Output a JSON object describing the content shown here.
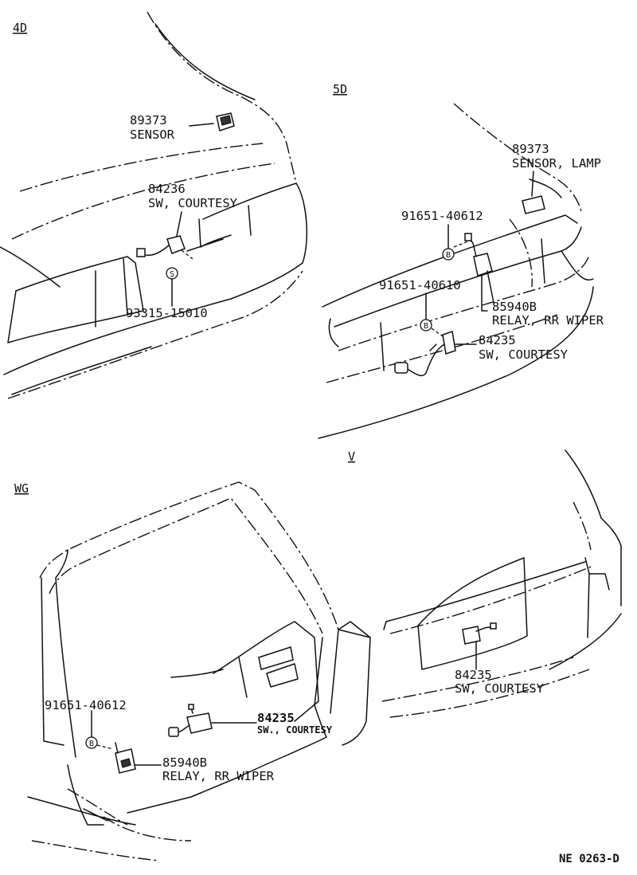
{
  "sections": {
    "four_door": {
      "code": "4D",
      "sensor": {
        "number": "89373",
        "name": "SENSOR"
      },
      "courtesy": {
        "number": "84236",
        "name": "SW, COURTESY"
      },
      "screw": {
        "badge": "S",
        "number": "93315-15010"
      }
    },
    "five_door": {
      "code": "5D",
      "sensor": {
        "number": "89373",
        "name": "SENSOR, LAMP"
      },
      "bolt_upper": {
        "badge": "B",
        "number": "91651-40612"
      },
      "bolt_lower": {
        "badge": "B",
        "number": "91651-40610"
      },
      "relay": {
        "number": "85940B",
        "name": "RELAY, RR WIPER"
      },
      "courtesy": {
        "number": "84235",
        "name": "SW, COURTESY"
      }
    },
    "wagon": {
      "code": "WG",
      "bolt": {
        "badge": "B",
        "number": "91651-40612"
      },
      "courtesy": {
        "number": "84235",
        "name": "SW., COURTESY"
      },
      "relay": {
        "number": "85940B",
        "name": "RELAY, RR WIPER"
      }
    },
    "van": {
      "code": "V",
      "courtesy": {
        "number": "84235",
        "name": "SW, COURTESY"
      }
    }
  },
  "diagram_code": "NE 0263-D"
}
